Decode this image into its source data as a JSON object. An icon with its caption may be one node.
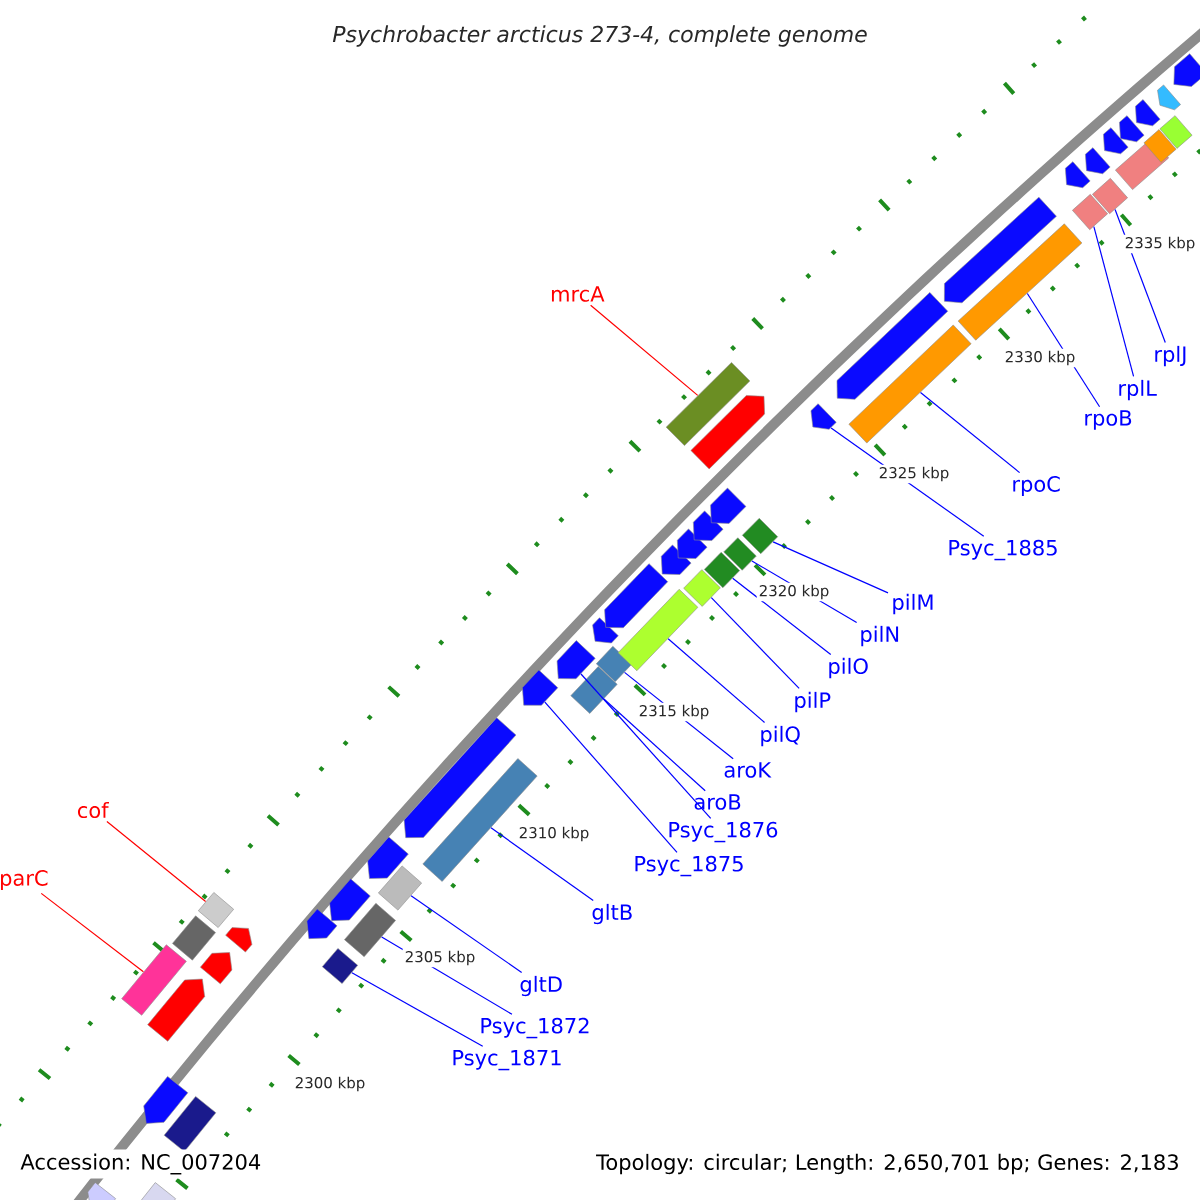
{
  "diagram": {
    "title": "Psychrobacter arcticus 273-4, complete genome",
    "nodes": [
      {
        "text": [
          "mrcA"
        ]
      },
      {
        "text": [
          "rplJ"
        ]
      },
      {
        "text": [
          "rplL"
        ]
      },
      {
        "text": [
          "rpoB"
        ]
      },
      {
        "text": [
          "rpoC"
        ]
      },
      {
        "text": [
          "Psyc_1885"
        ]
      },
      {
        "text": [
          "pilM"
        ]
      },
      {
        "text": [
          "pilN"
        ]
      },
      {
        "text": [
          "pilO"
        ]
      },
      {
        "text": [
          "pilP"
        ]
      },
      {
        "text": [
          "pilQ"
        ]
      },
      {
        "text": [
          "aroK"
        ]
      },
      {
        "text": [
          "aroB"
        ]
      },
      {
        "text": [
          "cof"
        ]
      },
      {
        "text": [
          "Psyc_1876"
        ]
      },
      {
        "text": [
          "Psyc_1875"
        ]
      },
      {
        "text": [
          "parC"
        ]
      },
      {
        "text": [
          "gltB"
        ]
      },
      {
        "text": [
          "gltD"
        ]
      },
      {
        "text": [
          "Psyc_1872"
        ]
      },
      {
        "text": [
          "Psyc_1871"
        ]
      },
      {
        "text": [],
        "shape": "bar"
      },
      {
        "text": [],
        "shape": "bar"
      },
      {
        "text": [],
        "shape": "bar"
      },
      {
        "text": [],
        "shape": "bar"
      },
      {
        "text": [],
        "shape": "bar"
      },
      {
        "text": [],
        "shape": "bar"
      },
      {
        "text": [],
        "shape": "bar"
      },
      {
        "text": [],
        "shape": "bar"
      },
      {
        "text": [],
        "shape": "bar"
      },
      {
        "text": [],
        "shape": "bar"
      },
      {
        "text": [],
        "shape": "bar"
      },
      {
        "text": [],
        "shape": "bar"
      },
      {
        "text": [],
        "shape": "bar"
      },
      {
        "text": [],
        "shape": "bar"
      },
      {
        "text": [],
        "shape": "bar"
      },
      {
        "text": [],
        "shape": "bar"
      },
      {
        "text": [],
        "shape": "bar"
      },
      {
        "text": [],
        "shape": "bar"
      },
      {
        "text": [],
        "shape": "bar"
      },
      {
        "text": [],
        "shape": "bar"
      },
      {
        "text": [],
        "shape": "bar"
      },
      {
        "text": [],
        "shape": "bar"
      },
      {
        "text": [],
        "shape": "bar"
      },
      {
        "text": [],
        "shape": "bar"
      },
      {
        "text": [],
        "shape": "bar"
      },
      {
        "text": [],
        "shape": "bar"
      },
      {
        "text": [],
        "shape": "bar"
      },
      {
        "text": [],
        "shape": "bar"
      },
      {
        "text": [],
        "shape": "bar"
      },
      {
        "text": [],
        "shape": "bar"
      },
      {
        "text": [],
        "shape": "bar"
      },
      {
        "text": [],
        "shape": "bar"
      },
      {
        "text": [],
        "shape": "bar"
      },
      {
        "text": [],
        "shape": "bar"
      },
      {
        "text": [],
        "shape": "bar"
      },
      {
        "text": [],
        "shape": "bar"
      },
      {
        "text": [],
        "shape": "bar"
      },
      {
        "text": [],
        "shape": "bar"
      },
      {
        "text": [],
        "shape": "bar"
      },
      {
        "text": [],
        "shape": "bar"
      },
      {
        "text": [],
        "shape": "bar"
      },
      {
        "text": [],
        "shape": "bar"
      },
      {
        "text": [],
        "shape": "bar"
      },
      {
        "text": [],
        "shape": "bar"
      },
      {
        "text": [],
        "shape": "bar"
      },
      {
        "text": [],
        "shape": "bar"
      },
      {
        "text": [],
        "shape": "bar"
      },
      {
        "text": [],
        "shape": "bar"
      },
      {
        "text": [],
        "shape": "bar"
      },
      {
        "text": [],
        "shape": "bar"
      },
      {
        "text": [],
        "shape": "bar"
      },
      {
        "text": [],
        "shape": "bar"
      }
    ],
    "edges": [
      {
        "from": 0,
        "to": 50,
        "arrow": "none",
        "color": "#ff0000"
      },
      {
        "from": 1,
        "to": 64,
        "arrow": "none"
      },
      {
        "from": 2,
        "to": 62,
        "arrow": "none"
      },
      {
        "from": 3,
        "to": 60,
        "arrow": "none"
      },
      {
        "from": 4,
        "to": 58,
        "arrow": "none"
      },
      {
        "from": 5,
        "to": 56,
        "arrow": "none"
      },
      {
        "from": 6,
        "to": 55,
        "arrow": "none"
      },
      {
        "from": 7,
        "to": 54,
        "arrow": "none"
      },
      {
        "from": 8,
        "to": 51,
        "arrow": "none"
      },
      {
        "from": 9,
        "to": 48,
        "arrow": "none"
      },
      {
        "from": 10,
        "to": 45,
        "arrow": "none"
      },
      {
        "from": 11,
        "to": 43,
        "arrow": "none"
      },
      {
        "from": 12,
        "to": 41,
        "arrow": "none"
      },
      {
        "from": 13,
        "to": 28,
        "arrow": "none",
        "color": "#ff0000"
      },
      {
        "from": 14,
        "to": 40,
        "arrow": "none"
      },
      {
        "from": 15,
        "to": 39,
        "arrow": "none"
      },
      {
        "from": 16,
        "to": 22,
        "arrow": "none",
        "color": "#ff0000"
      },
      {
        "from": 17,
        "to": 38,
        "arrow": "none"
      },
      {
        "from": 18,
        "to": 36,
        "arrow": "none"
      },
      {
        "from": 19,
        "to": 34,
        "arrow": "none"
      },
      {
        "from": 20,
        "to": 32,
        "arrow": "none"
      }
    ],
    "labels": [
      "2335 kbp",
      "2330 kbp",
      "2325 kbp",
      "2320 kbp",
      "2315 kbp",
      "2310 kbp",
      "2305 kbp",
      "2300 kbp",
      "Accession: NC_007204",
      "Topology: circular; Length: 2,650,701 bp; Genes: 2,183"
    ]
  }
}
